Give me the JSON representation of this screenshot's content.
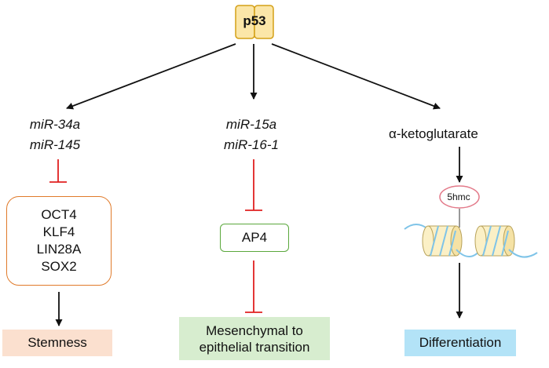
{
  "hub": {
    "label": "p53"
  },
  "branches": {
    "left": {
      "mirnas": [
        "miR-34a",
        "miR-145"
      ],
      "targets": [
        "OCT4",
        "KLF4",
        "LIN28A",
        "SOX2"
      ],
      "outcome": "Stemness"
    },
    "middle": {
      "mirnas": [
        "miR-15a",
        "miR-16-1"
      ],
      "target": "AP4",
      "outcome_lines": [
        "Mesenchymal to",
        "epithelial transition"
      ]
    },
    "right": {
      "metabolite": "α-ketoglutarate",
      "mark": "5hmc",
      "outcome": "Differentiation"
    }
  },
  "colors": {
    "hub_fill": "#fbe6a8",
    "hub_stroke": "#d4a017",
    "inhibition": "#e02020",
    "arrow": "#111111",
    "factor_border": "#e07a2a",
    "ap4_border": "#5aa83c",
    "stemness_bg": "#fbe0cf",
    "met_bg": "#d7edcf",
    "diff_bg": "#b3e3f7",
    "dna_strand": "#7fc4e8",
    "nucleosome_fill": "#fbf0c6",
    "hmc_border": "#e37a8a"
  }
}
